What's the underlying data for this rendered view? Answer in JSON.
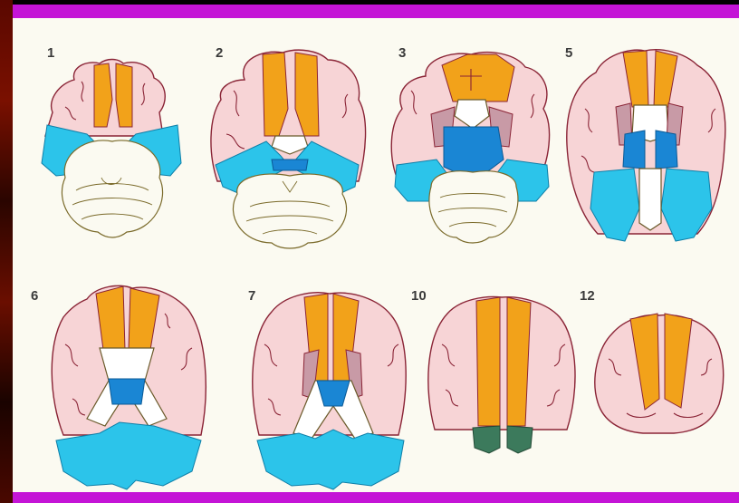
{
  "colors": {
    "frame": "#000000",
    "accent_bar": "#c414d6",
    "background": "#fbfaf1",
    "cortex_pink": "#f7d4d6",
    "frontal_orange": "#f2a21a",
    "temporal_blue": "#2cc4ea",
    "deep_blue": "#1a86d4",
    "occipital_green": "#3c7a5c",
    "outline": "#8a2436",
    "cerebellum_outline": "#7a6a2a"
  },
  "slices": [
    {
      "label": "1"
    },
    {
      "label": "2"
    },
    {
      "label": "3"
    },
    {
      "label": "5"
    },
    {
      "label": "6"
    },
    {
      "label": "7"
    },
    {
      "label": "10"
    },
    {
      "label": "12"
    }
  ]
}
